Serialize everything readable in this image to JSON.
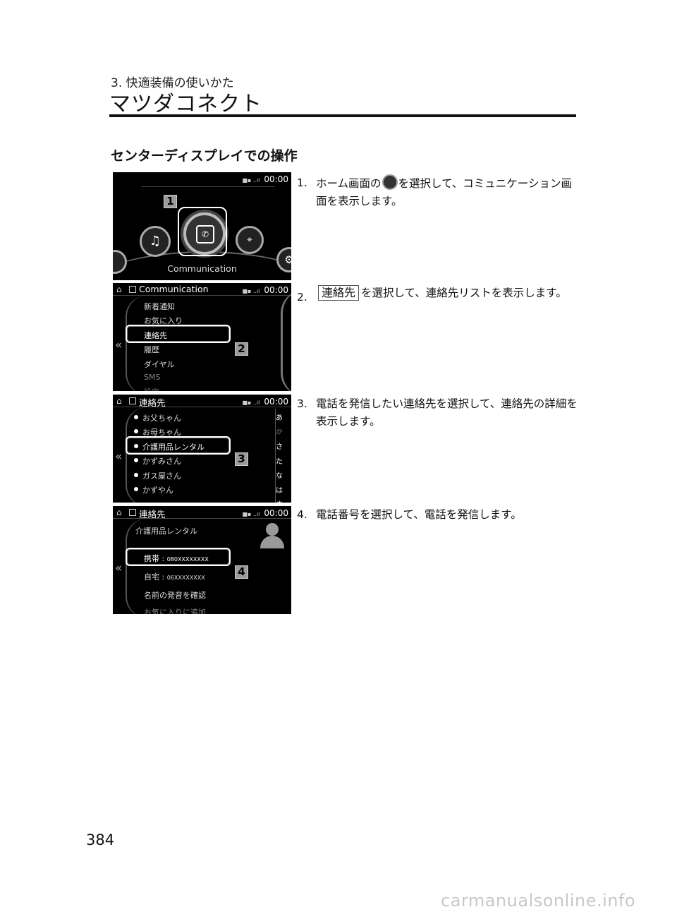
{
  "header": {
    "chapter": "3. 快適装備の使いかた",
    "title": "マツダコネクト"
  },
  "section_title": "センターディスプレイでの操作",
  "steps": [
    {
      "number": "1.",
      "text_before_icon": "ホーム画面の",
      "text_after_icon": "を選択して、コミュニケーション画面を表示します。"
    },
    {
      "number": "2.",
      "key_label": "連絡先",
      "text": "を選択して、連絡先リストを表示します。"
    },
    {
      "number": "3.",
      "text": "電話を発信したい連絡先を選択して、連絡先の詳細を表示します。"
    },
    {
      "number": "4.",
      "text": "電話番号を選択して、電話を発信します。"
    }
  ],
  "screens": [
    {
      "time": "00:00",
      "caption": "Communication",
      "badge": "1",
      "icons": [
        "music-icon",
        "phone-icon",
        "navigation-icon",
        "settings-icon",
        "apps-icon"
      ]
    },
    {
      "time": "00:00",
      "title": "Communication",
      "badge": "2",
      "menu": [
        "新着通知",
        "お気に入り",
        "連絡先",
        "履歴",
        "ダイヤル",
        "SMS",
        "設定"
      ]
    },
    {
      "time": "00:00",
      "title": "連絡先",
      "badge": "3",
      "contacts": [
        "お父ちゃん",
        "お母ちゃん",
        "介護用品レンタル",
        "かずみさん",
        "ガス屋さん",
        "かずやん"
      ],
      "index": [
        "あ",
        "か",
        "さ",
        "た",
        "な",
        "は",
        "ま"
      ]
    },
    {
      "time": "00:00",
      "title": "連絡先",
      "badge": "4",
      "contact_name": "介護用品レンタル",
      "rows": [
        {
          "label": "携帯",
          "sep": ":",
          "value": "080XXXXXXXX"
        },
        {
          "label": "自宅",
          "sep": ":",
          "value": "06XXXXXXXX"
        }
      ],
      "actions": [
        "名前の発音を確認",
        "お気に入りに追加"
      ]
    }
  ],
  "page_number": "384",
  "watermark": "carmanualsonline.info"
}
